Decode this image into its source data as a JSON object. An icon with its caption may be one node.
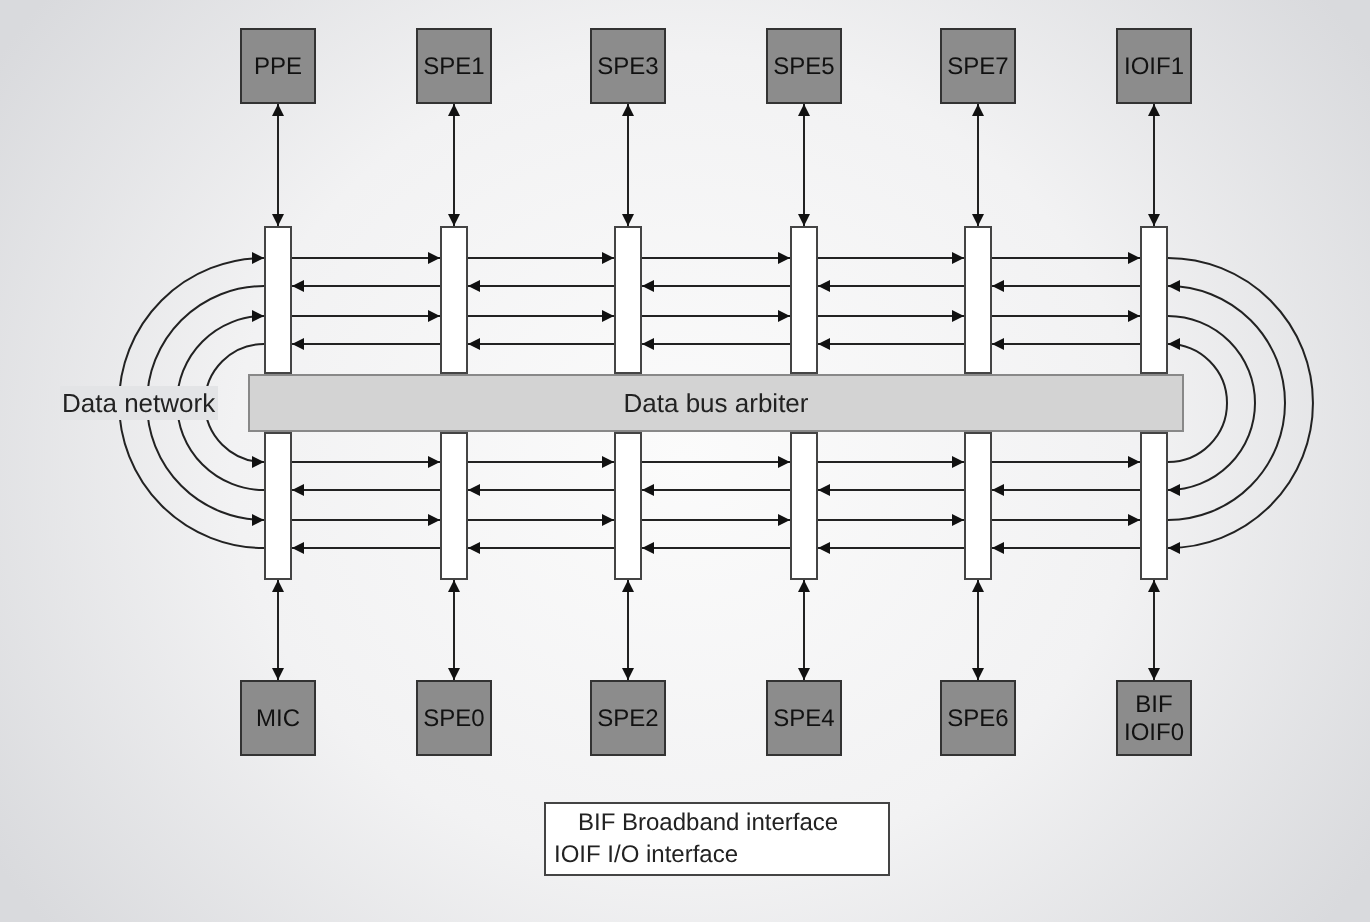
{
  "diagram": {
    "nodes": [
      {
        "text": [
          "PPE"
        ]
      },
      {
        "text": [
          "SPE1"
        ]
      },
      {
        "text": [
          "SPE3"
        ]
      },
      {
        "text": [
          "SPE5"
        ]
      },
      {
        "text": [
          "SPE7"
        ]
      },
      {
        "text": [
          "IOIF1"
        ]
      },
      {
        "text": [],
        "shape": "bar"
      },
      {
        "text": [],
        "shape": "bar"
      },
      {
        "text": [],
        "shape": "bar"
      },
      {
        "text": [],
        "shape": "bar"
      },
      {
        "text": [],
        "shape": "bar"
      },
      {
        "text": [],
        "shape": "bar"
      },
      {
        "text": [
          "Data bus arbiter"
        ]
      },
      {
        "text": [],
        "shape": "bar"
      },
      {
        "text": [],
        "shape": "bar"
      },
      {
        "text": [],
        "shape": "bar"
      },
      {
        "text": [],
        "shape": "bar"
      },
      {
        "text": [],
        "shape": "bar"
      },
      {
        "text": [],
        "shape": "bar"
      },
      {
        "text": [
          "MIC"
        ]
      },
      {
        "text": [
          "SPE0"
        ]
      },
      {
        "text": [
          "SPE2"
        ]
      },
      {
        "text": [
          "SPE4"
        ]
      },
      {
        "text": [
          "SPE6"
        ]
      },
      {
        "text": [
          "BIF",
          "IOIF0"
        ]
      }
    ],
    "edges": [
      {
        "from": 0,
        "to": 6,
        "arrow": "both"
      },
      {
        "from": 1,
        "to": 7,
        "arrow": "both"
      },
      {
        "from": 2,
        "to": 8,
        "arrow": "both"
      },
      {
        "from": 3,
        "to": 9,
        "arrow": "both"
      },
      {
        "from": 4,
        "to": 10,
        "arrow": "both"
      },
      {
        "from": 5,
        "to": 11,
        "arrow": "both"
      },
      {
        "from": 6,
        "to": 7,
        "arrow": "to"
      },
      {
        "from": 7,
        "to": 8,
        "arrow": "to"
      },
      {
        "from": 8,
        "to": 9,
        "arrow": "to"
      },
      {
        "from": 9,
        "to": 10,
        "arrow": "to"
      },
      {
        "from": 10,
        "to": 11,
        "arrow": "to"
      },
      {
        "from": 7,
        "to": 6,
        "arrow": "to"
      },
      {
        "from": 8,
        "to": 7,
        "arrow": "to"
      },
      {
        "from": 9,
        "to": 8,
        "arrow": "to"
      },
      {
        "from": 10,
        "to": 9,
        "arrow": "to"
      },
      {
        "from": 11,
        "to": 10,
        "arrow": "to"
      },
      {
        "from": 6,
        "to": 7,
        "arrow": "to"
      },
      {
        "from": 7,
        "to": 8,
        "arrow": "to"
      },
      {
        "from": 8,
        "to": 9,
        "arrow": "to"
      },
      {
        "from": 9,
        "to": 10,
        "arrow": "to"
      },
      {
        "from": 10,
        "to": 11,
        "arrow": "to"
      },
      {
        "from": 7,
        "to": 6,
        "arrow": "to"
      },
      {
        "from": 8,
        "to": 7,
        "arrow": "to"
      },
      {
        "from": 9,
        "to": 8,
        "arrow": "to"
      },
      {
        "from": 10,
        "to": 9,
        "arrow": "to"
      },
      {
        "from": 11,
        "to": 10,
        "arrow": "to"
      },
      {
        "from": 13,
        "to": 14,
        "arrow": "to"
      },
      {
        "from": 14,
        "to": 15,
        "arrow": "to"
      },
      {
        "from": 15,
        "to": 16,
        "arrow": "to"
      },
      {
        "from": 16,
        "to": 17,
        "arrow": "to"
      },
      {
        "from": 17,
        "to": 18,
        "arrow": "to"
      },
      {
        "from": 14,
        "to": 13,
        "arrow": "to"
      },
      {
        "from": 15,
        "to": 14,
        "arrow": "to"
      },
      {
        "from": 16,
        "to": 15,
        "arrow": "to"
      },
      {
        "from": 17,
        "to": 16,
        "arrow": "to"
      },
      {
        "from": 18,
        "to": 17,
        "arrow": "to"
      },
      {
        "from": 13,
        "to": 14,
        "arrow": "to"
      },
      {
        "from": 14,
        "to": 15,
        "arrow": "to"
      },
      {
        "from": 15,
        "to": 16,
        "arrow": "to"
      },
      {
        "from": 16,
        "to": 17,
        "arrow": "to"
      },
      {
        "from": 17,
        "to": 18,
        "arrow": "to"
      },
      {
        "from": 14,
        "to": 13,
        "arrow": "to"
      },
      {
        "from": 15,
        "to": 14,
        "arrow": "to"
      },
      {
        "from": 16,
        "to": 15,
        "arrow": "to"
      },
      {
        "from": 17,
        "to": 16,
        "arrow": "to"
      },
      {
        "from": 18,
        "to": 17,
        "arrow": "to"
      },
      {
        "from": 19,
        "to": 13,
        "arrow": "both"
      },
      {
        "from": 20,
        "to": 14,
        "arrow": "both"
      },
      {
        "from": 21,
        "to": 15,
        "arrow": "both"
      },
      {
        "from": 22,
        "to": 16,
        "arrow": "both"
      },
      {
        "from": 23,
        "to": 17,
        "arrow": "both"
      },
      {
        "from": 24,
        "to": 18,
        "arrow": "both"
      },
      {
        "from": 13,
        "to": 6,
        "arrow": "to"
      },
      {
        "from": 6,
        "to": 13,
        "arrow": "to"
      },
      {
        "from": 13,
        "to": 6,
        "arrow": "to"
      },
      {
        "from": 6,
        "to": 13,
        "arrow": "to"
      },
      {
        "from": 11,
        "to": 18,
        "arrow": "to"
      },
      {
        "from": 18,
        "to": 11,
        "arrow": "to"
      },
      {
        "from": 11,
        "to": 18,
        "arrow": "to"
      },
      {
        "from": 18,
        "to": 11,
        "arrow": "to"
      }
    ],
    "labels": [
      "Data network",
      "BIF Broadband interface",
      "IOIF I/O interface"
    ]
  }
}
